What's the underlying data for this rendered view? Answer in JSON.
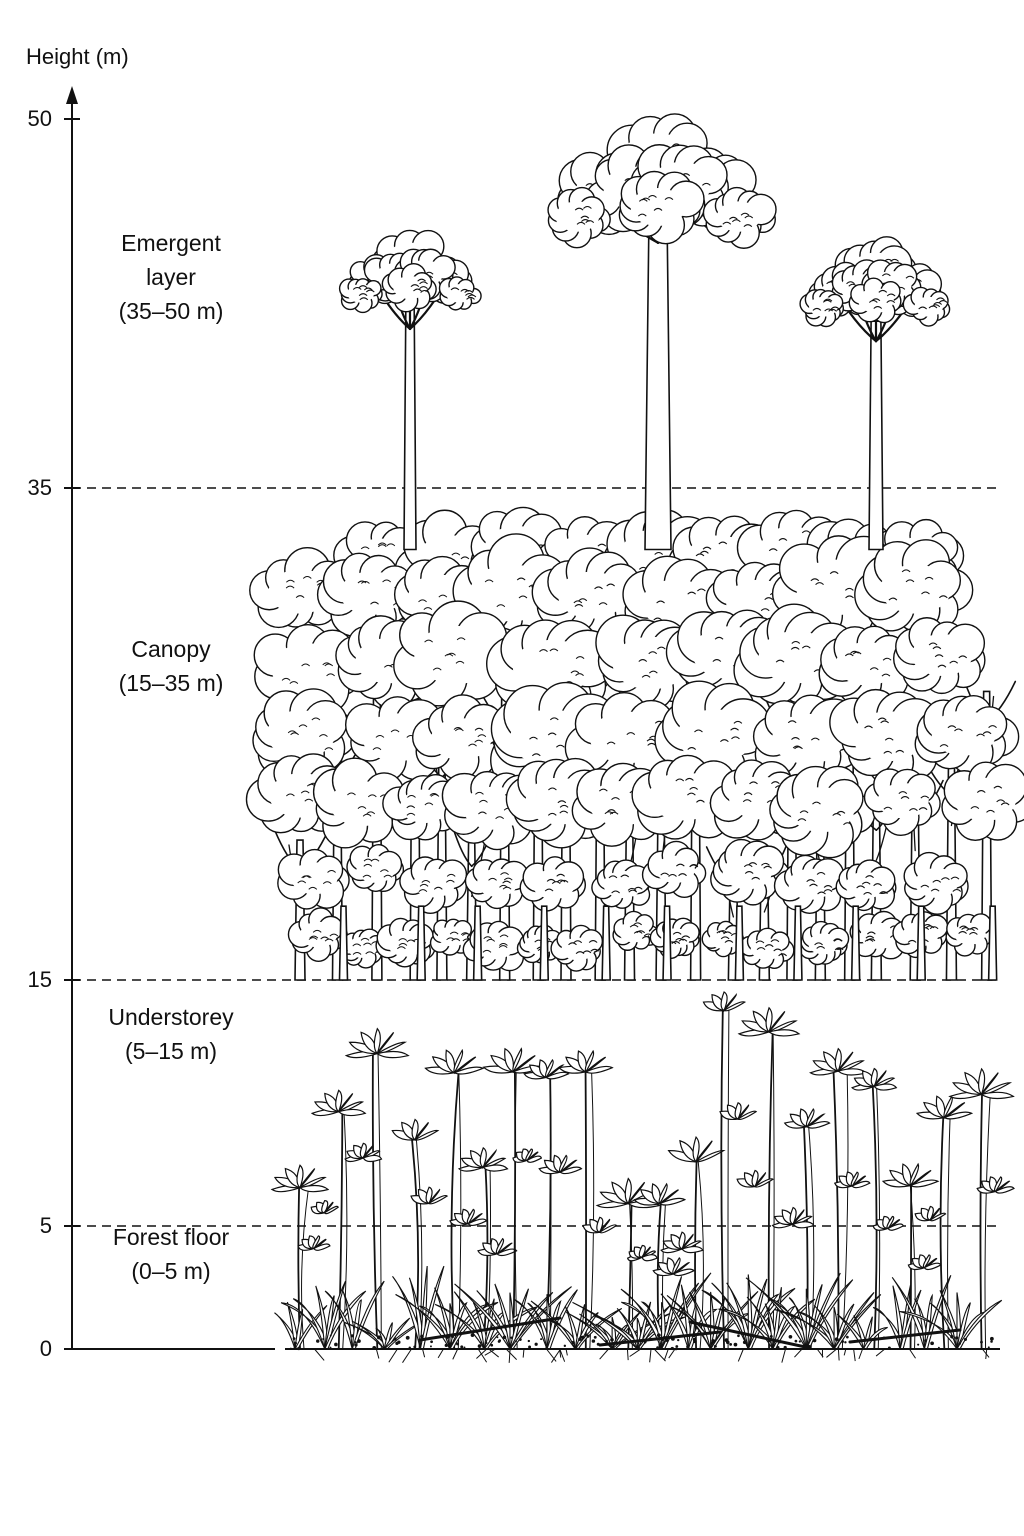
{
  "axis": {
    "title": "Height (m)",
    "ticks": [
      {
        "value": 50,
        "label": "50"
      },
      {
        "value": 35,
        "label": "35"
      },
      {
        "value": 15,
        "label": "15"
      },
      {
        "value": 5,
        "label": "5"
      },
      {
        "value": 0,
        "label": "0"
      }
    ]
  },
  "layers": [
    {
      "id": "emergent",
      "name": "Emergent",
      "name2": "layer",
      "range": "(35–50 m)",
      "min": 35,
      "max": 50
    },
    {
      "id": "canopy",
      "name": "Canopy",
      "range": "(15–35 m)",
      "min": 15,
      "max": 35
    },
    {
      "id": "understorey",
      "name": "Understorey",
      "range": "(5–15 m)",
      "min": 5,
      "max": 15
    },
    {
      "id": "forest-floor",
      "name": "Forest floor",
      "range": "(0–5 m)",
      "min": 0,
      "max": 5
    }
  ],
  "boundaries": [
    35,
    15,
    5
  ],
  "emergent_trees": 3,
  "colors": {
    "line": "#111111",
    "fill": "#ffffff"
  }
}
